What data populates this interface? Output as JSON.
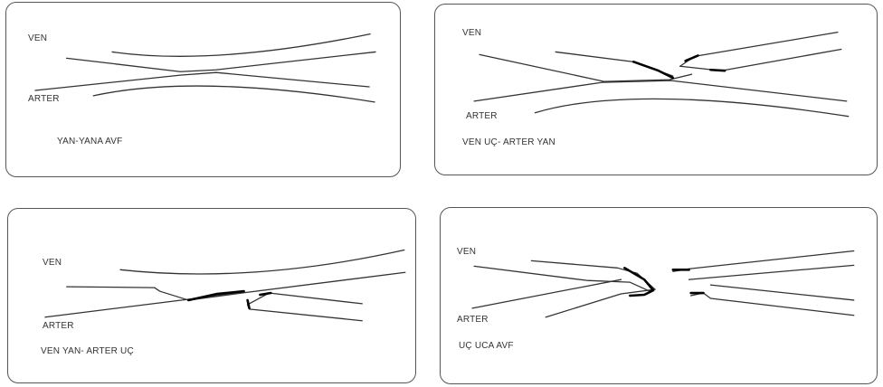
{
  "panels": [
    {
      "ven_label": "VEN",
      "arter_label": "ARTER",
      "caption": "YAN-YANA AVF"
    },
    {
      "ven_label": "VEN",
      "arter_label": "ARTER",
      "caption": "VEN UÇ- ARTER YAN"
    },
    {
      "ven_label": "VEN",
      "arter_label": "ARTER",
      "caption": "VEN YAN- ARTER UÇ"
    },
    {
      "ven_label": "VEN",
      "arter_label": "ARTER",
      "caption": "UÇ UCA AVF"
    }
  ]
}
